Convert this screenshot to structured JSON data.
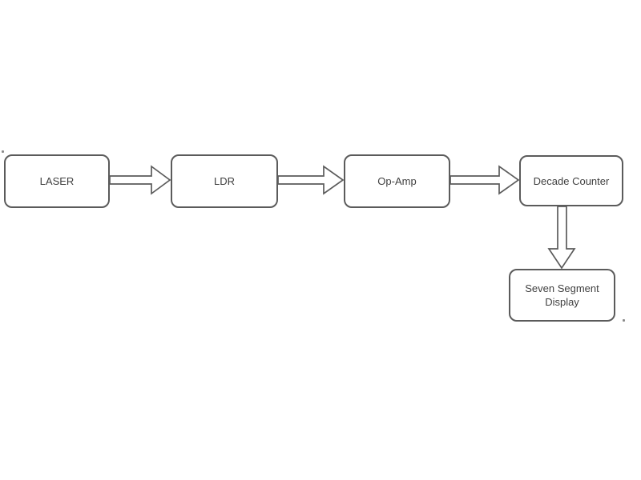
{
  "diagram": {
    "background_color": "#ffffff",
    "border_color": "#5b5b5b",
    "text_color": "#3f3f3f",
    "blocks": [
      {
        "id": "laser",
        "label": "LASER"
      },
      {
        "id": "ldr",
        "label": "LDR"
      },
      {
        "id": "opamp",
        "label": "Op-Amp"
      },
      {
        "id": "decade-counter",
        "label": "Decade Counter"
      },
      {
        "id": "seven-segment",
        "label": "Seven Segment Display"
      }
    ],
    "connections": [
      {
        "from": "LASER",
        "to": "LDR",
        "direction": "right",
        "style": "hollow-block-arrow"
      },
      {
        "from": "LDR",
        "to": "Op-Amp",
        "direction": "right",
        "style": "hollow-block-arrow"
      },
      {
        "from": "Op-Amp",
        "to": "Decade Counter",
        "direction": "right",
        "style": "hollow-block-arrow"
      },
      {
        "from": "Decade Counter",
        "to": "Seven Segment Display",
        "direction": "down",
        "style": "hollow-block-arrow"
      }
    ]
  }
}
